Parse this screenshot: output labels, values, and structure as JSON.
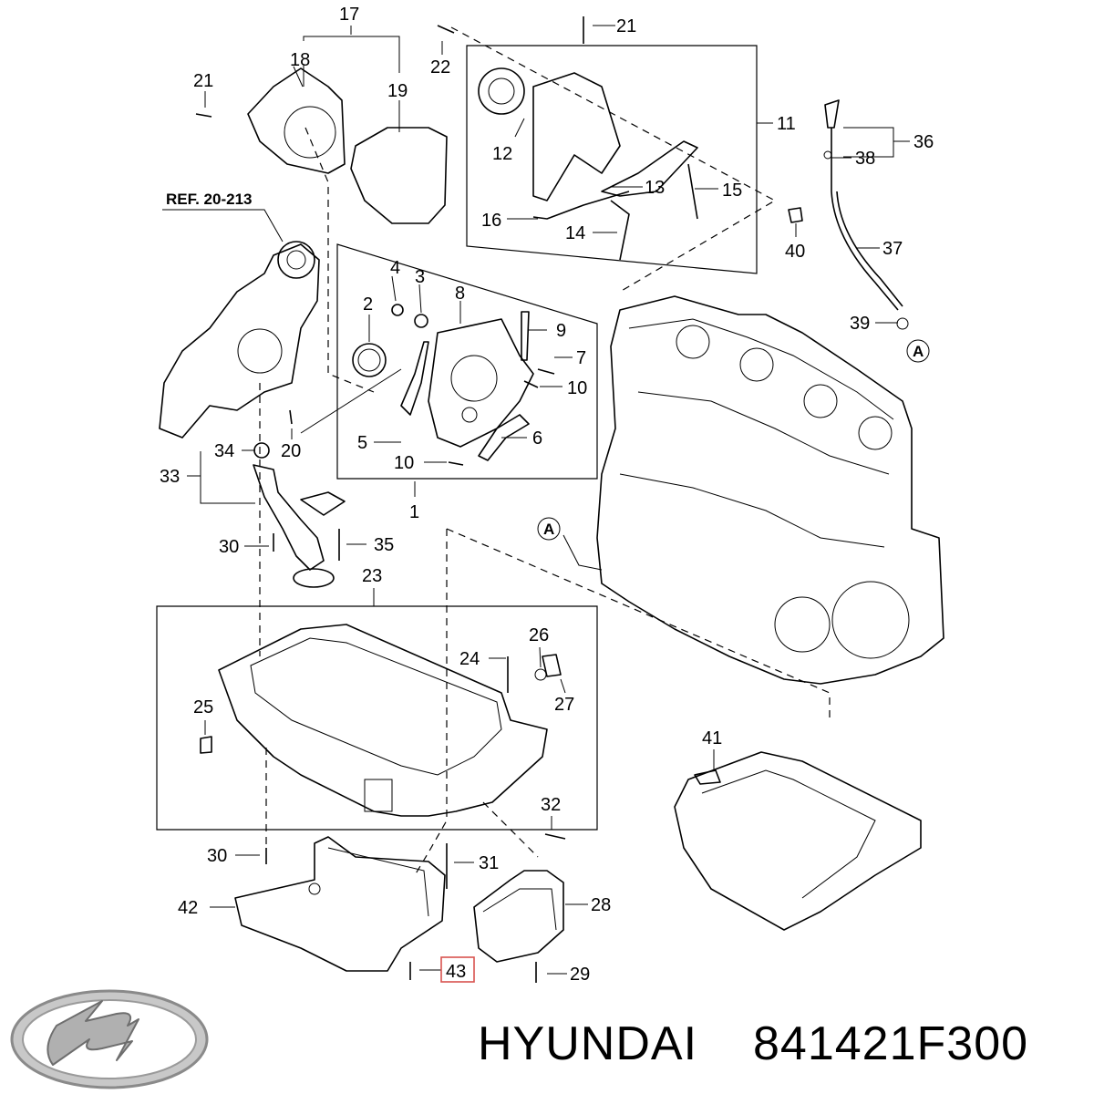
{
  "diagram": {
    "reference_note": "REF. 20-213",
    "circle_marker": "A",
    "highlighted_callout": "43",
    "highlight_color": "#d9534f",
    "callouts": [
      {
        "id": "c17",
        "text": "17"
      },
      {
        "id": "c18",
        "text": "18"
      },
      {
        "id": "c19",
        "text": "19"
      },
      {
        "id": "c21a",
        "text": "21"
      },
      {
        "id": "c22",
        "text": "22"
      },
      {
        "id": "c21b",
        "text": "21"
      },
      {
        "id": "c11",
        "text": "11"
      },
      {
        "id": "c12",
        "text": "12"
      },
      {
        "id": "c13",
        "text": "13"
      },
      {
        "id": "c15",
        "text": "15"
      },
      {
        "id": "c16",
        "text": "16"
      },
      {
        "id": "c14",
        "text": "14"
      },
      {
        "id": "c36",
        "text": "36"
      },
      {
        "id": "c38",
        "text": "38"
      },
      {
        "id": "c37",
        "text": "37"
      },
      {
        "id": "c40",
        "text": "40"
      },
      {
        "id": "c39",
        "text": "39"
      },
      {
        "id": "c4",
        "text": "4"
      },
      {
        "id": "c3",
        "text": "3"
      },
      {
        "id": "c8",
        "text": "8"
      },
      {
        "id": "c2",
        "text": "2"
      },
      {
        "id": "c9",
        "text": "9"
      },
      {
        "id": "c7",
        "text": "7"
      },
      {
        "id": "c10a",
        "text": "10"
      },
      {
        "id": "c5",
        "text": "5"
      },
      {
        "id": "c6",
        "text": "6"
      },
      {
        "id": "c10b",
        "text": "10"
      },
      {
        "id": "c1",
        "text": "1"
      },
      {
        "id": "c34",
        "text": "34"
      },
      {
        "id": "c20",
        "text": "20"
      },
      {
        "id": "c33",
        "text": "33"
      },
      {
        "id": "c30a",
        "text": "30"
      },
      {
        "id": "c35",
        "text": "35"
      },
      {
        "id": "c23",
        "text": "23"
      },
      {
        "id": "c26",
        "text": "26"
      },
      {
        "id": "c24",
        "text": "24"
      },
      {
        "id": "c25",
        "text": "25"
      },
      {
        "id": "c27",
        "text": "27"
      },
      {
        "id": "c41",
        "text": "41"
      },
      {
        "id": "c32",
        "text": "32"
      },
      {
        "id": "c30b",
        "text": "30"
      },
      {
        "id": "c31",
        "text": "31"
      },
      {
        "id": "c42",
        "text": "42"
      },
      {
        "id": "c28",
        "text": "28"
      },
      {
        "id": "c29",
        "text": "29"
      }
    ]
  },
  "footer": {
    "brand": "HYUNDAI",
    "part_number": "841421F300",
    "logo_icon": "hyundai-logo-icon"
  }
}
